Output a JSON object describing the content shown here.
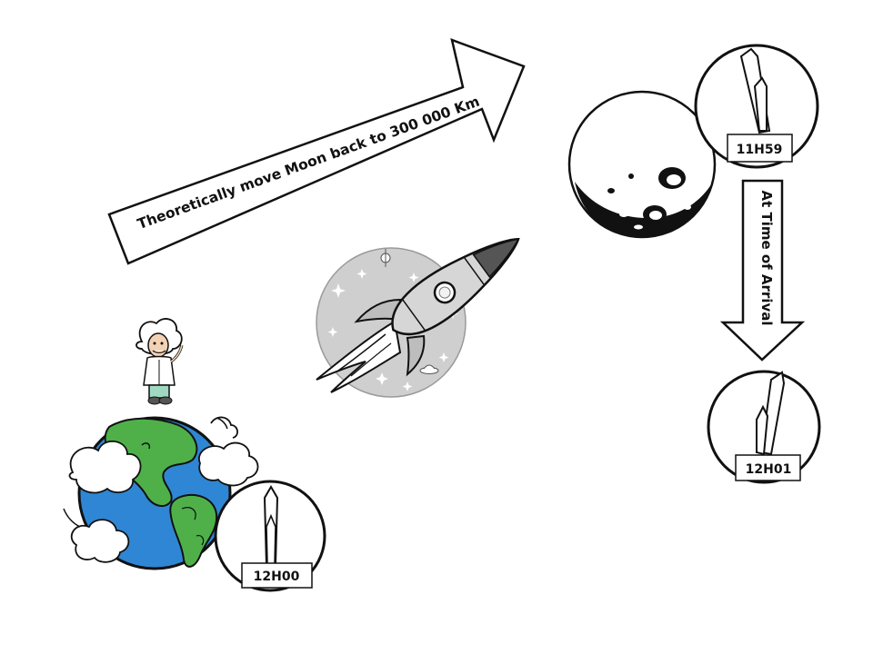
{
  "diagram": {
    "main_arrow_text": "Theoretically move Moon back to 300 000 Km",
    "side_arrow_text": "At Time of Arrival"
  },
  "clocks": {
    "earth_time": "12H00",
    "moon_departure_time": "11H59",
    "moon_arrival_time": "12H01"
  },
  "colors": {
    "ocean": "#2f86d4",
    "land": "#4fb04a",
    "moon": "#ffffff",
    "outline": "#111111"
  }
}
